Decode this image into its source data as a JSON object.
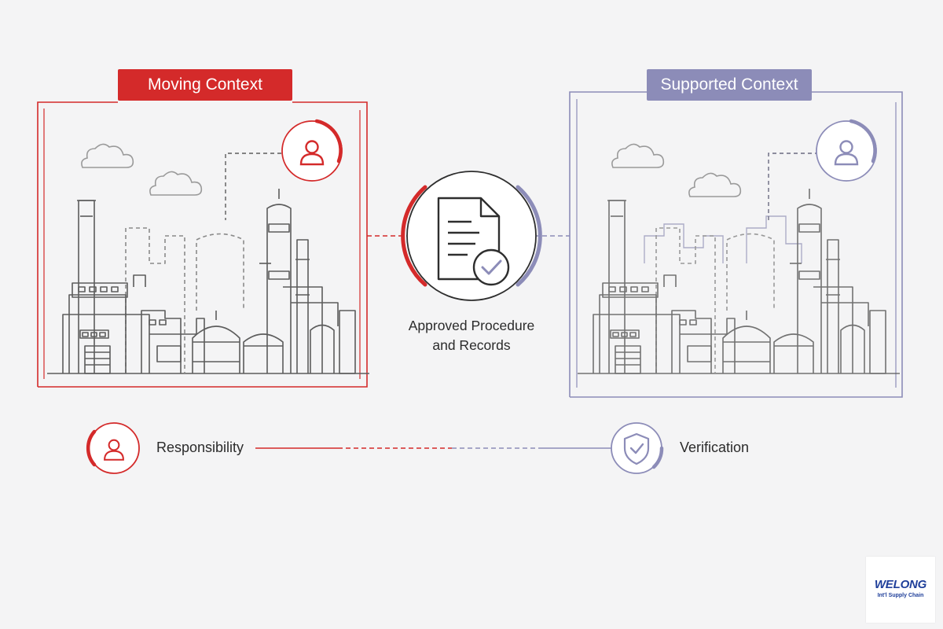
{
  "panels": {
    "left": {
      "title": "Moving Context"
    },
    "right": {
      "title": "Supported Context"
    }
  },
  "center": {
    "label_line1": "Approved Procedure",
    "label_line2": "and Records"
  },
  "bottom": {
    "left_label": "Responsibility",
    "right_label": "Verification"
  },
  "logo": {
    "name": "WELONG",
    "tagline": "Int'l Supply Chain"
  },
  "colors": {
    "accent_red": "#d42a2a",
    "accent_lavender": "#8c8cb8",
    "line_art": "#5a5a5a",
    "background": "#f4f4f5"
  },
  "icons": [
    "user-icon",
    "document-check-icon",
    "shield-check-icon",
    "cloud-icon",
    "factory-illustration"
  ]
}
